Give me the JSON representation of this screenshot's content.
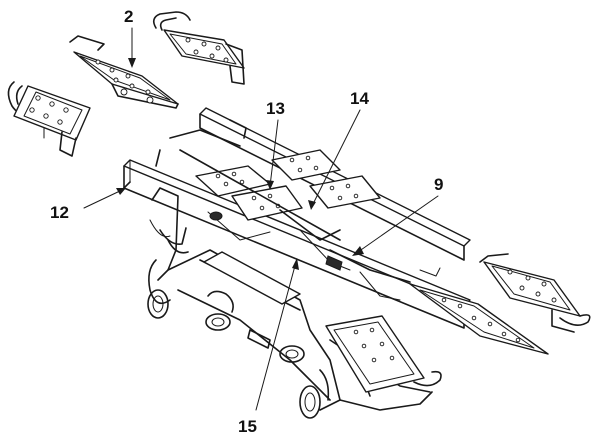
{
  "callouts": [
    {
      "id": "2",
      "text": "2"
    },
    {
      "id": "13",
      "text": "13"
    },
    {
      "id": "14",
      "text": "14"
    },
    {
      "id": "9",
      "text": "9"
    },
    {
      "id": "12",
      "text": "12"
    },
    {
      "id": "15",
      "text": "15"
    }
  ]
}
